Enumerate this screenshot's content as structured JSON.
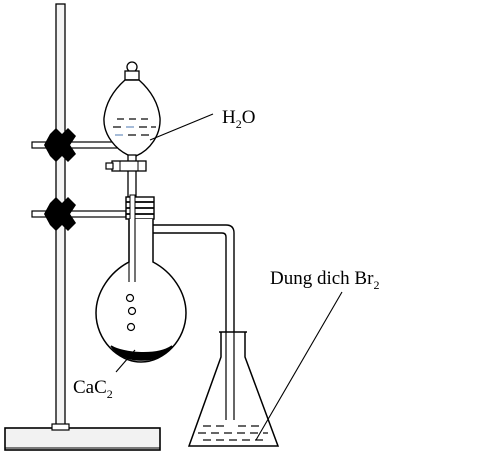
{
  "labels": {
    "water": {
      "main": "H",
      "sub": "2",
      "tail": "O"
    },
    "bromine": {
      "main": "Dung dich Br",
      "sub": "2"
    },
    "carbide": {
      "main": "CaC",
      "sub": "2"
    }
  }
}
